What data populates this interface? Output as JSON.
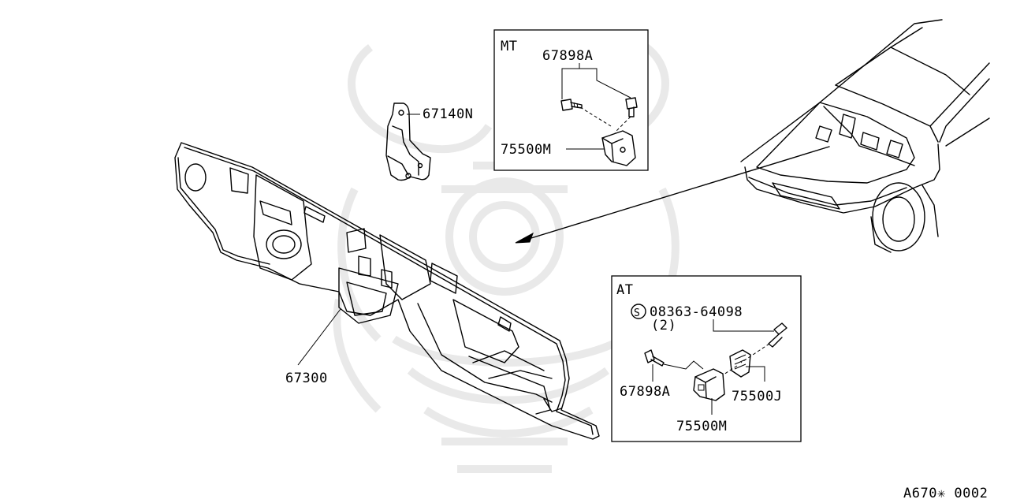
{
  "labels": {
    "bracket": "67140N",
    "dash_insulator": "67300",
    "mt_title": "MT",
    "mt_bolt": "67898A",
    "mt_mount": "75500M",
    "at_title": "AT",
    "at_screw_symbol": "S",
    "at_screw": "08363-64098",
    "at_screw_qty": "(2)",
    "at_bolt": "67898A",
    "at_mount": "75500M",
    "at_bracket": "75500J"
  },
  "footer": {
    "code": "A670✳ 0002"
  },
  "icons": {
    "watermark": "samurai-helmet-watermark-icon"
  }
}
